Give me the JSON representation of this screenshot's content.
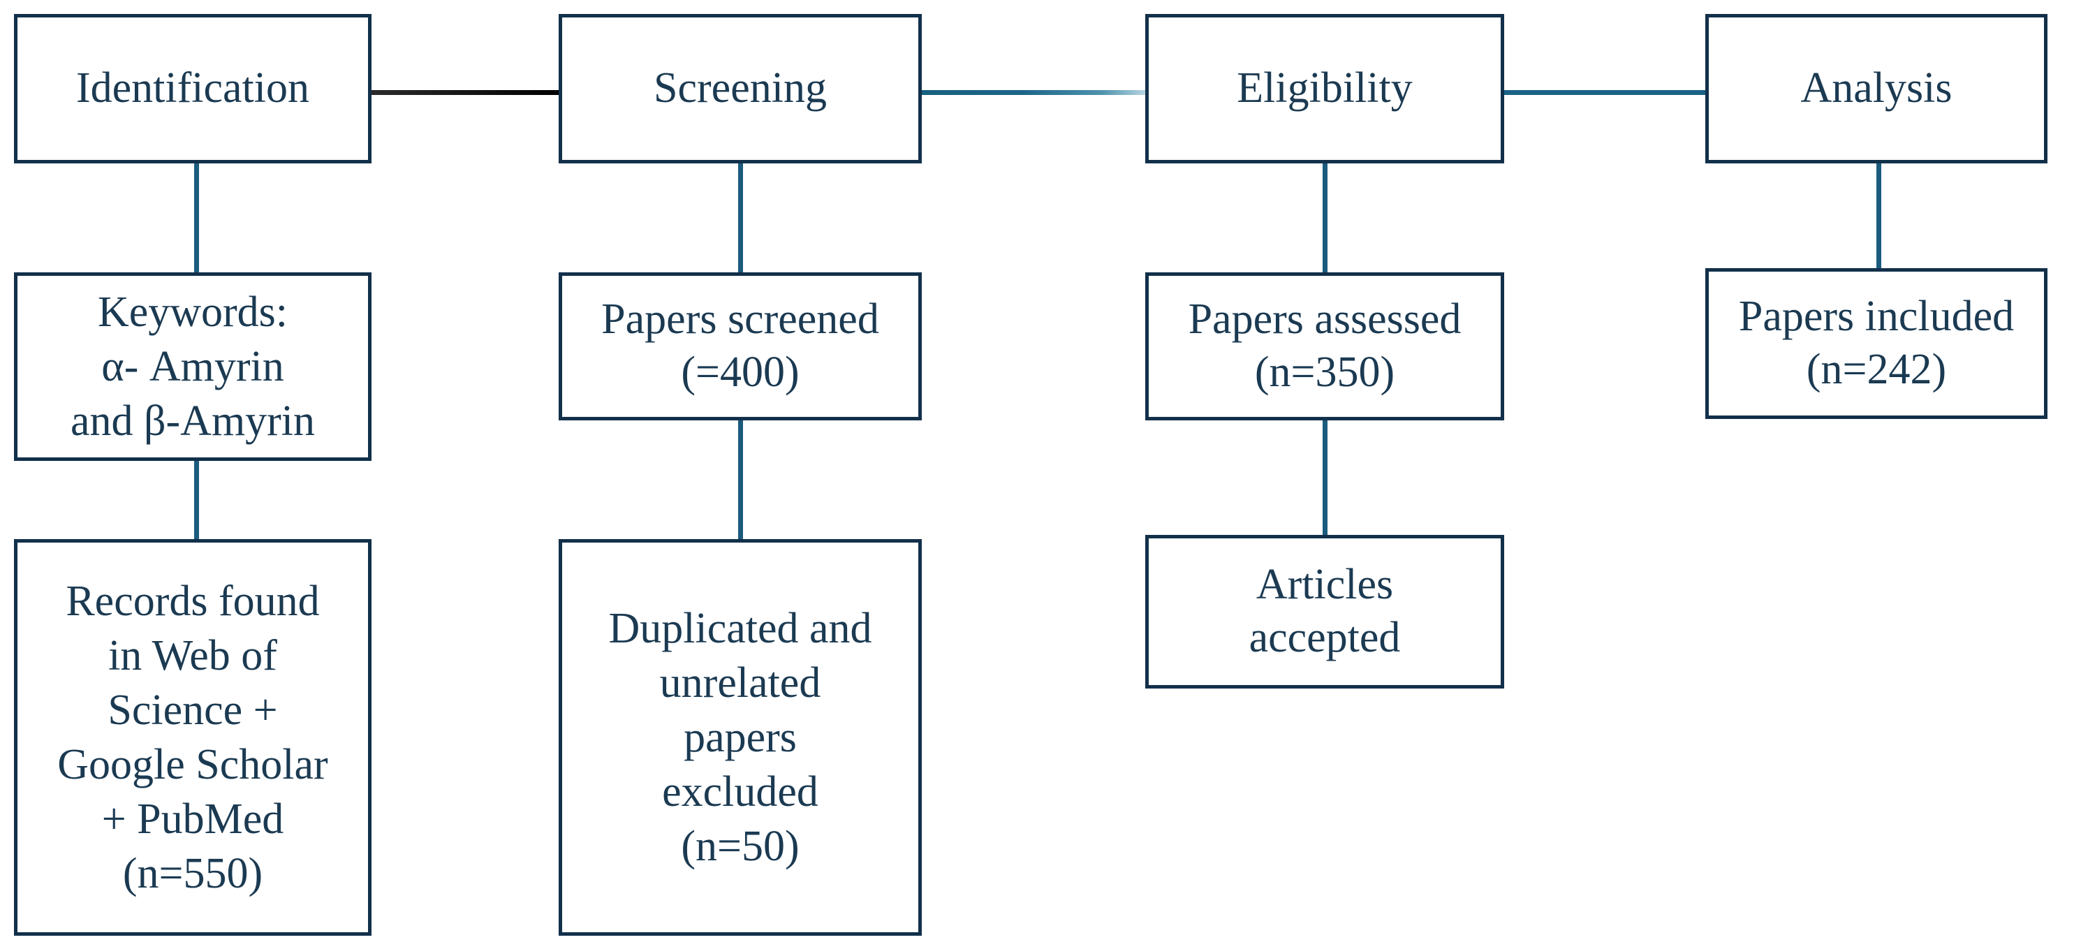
{
  "diagram": {
    "type": "prisma-flow-diagram",
    "title": "",
    "colors": {
      "box_border": "#12304a",
      "text": "#1b3a52",
      "connector_teal": "#1b5b7e",
      "connector_dark": "#2b2b2b",
      "background": "#ffffff"
    },
    "columns": [
      {
        "id": "identification",
        "header": "Identification",
        "nodes": [
          {
            "id": "keywords",
            "label": "Keywords:\nα- Amyrin\nand β-Amyrin"
          },
          {
            "id": "records-found",
            "label": "Records found\nin Web of\nScience +\nGoogle Scholar\n+ PubMed\n(n=550)"
          }
        ]
      },
      {
        "id": "screening",
        "header": "Screening",
        "nodes": [
          {
            "id": "papers-screened",
            "label": "Papers screened\n(=400)"
          },
          {
            "id": "duplicated-excluded",
            "label": "Duplicated and\nunrelated\npapers\nexcluded\n(n=50)"
          }
        ]
      },
      {
        "id": "eligibility",
        "header": "Eligibility",
        "nodes": [
          {
            "id": "papers-assessed",
            "label": "Papers assessed\n(n=350)"
          },
          {
            "id": "articles-accepted",
            "label": "Articles\naccepted"
          }
        ]
      },
      {
        "id": "analysis",
        "header": "Analysis",
        "nodes": [
          {
            "id": "papers-included",
            "label": "Papers included\n(n=242)"
          }
        ]
      }
    ],
    "connectors": [
      {
        "id": "identification-to-screening",
        "style": "dark-gradient",
        "orientation": "horizontal"
      },
      {
        "id": "screening-to-eligibility",
        "style": "teal-gradient",
        "orientation": "horizontal"
      },
      {
        "id": "eligibility-to-analysis",
        "style": "teal-solid",
        "orientation": "horizontal"
      },
      {
        "id": "identification-to-keywords",
        "style": "teal",
        "orientation": "vertical"
      },
      {
        "id": "keywords-to-records",
        "style": "teal",
        "orientation": "vertical"
      },
      {
        "id": "screening-to-papers-screened",
        "style": "teal",
        "orientation": "vertical"
      },
      {
        "id": "papers-screened-to-duplicated",
        "style": "teal",
        "orientation": "vertical"
      },
      {
        "id": "eligibility-to-papers-assessed",
        "style": "teal",
        "orientation": "vertical"
      },
      {
        "id": "papers-assessed-to-articles",
        "style": "teal",
        "orientation": "vertical"
      },
      {
        "id": "analysis-to-papers-included",
        "style": "teal",
        "orientation": "vertical"
      }
    ]
  }
}
